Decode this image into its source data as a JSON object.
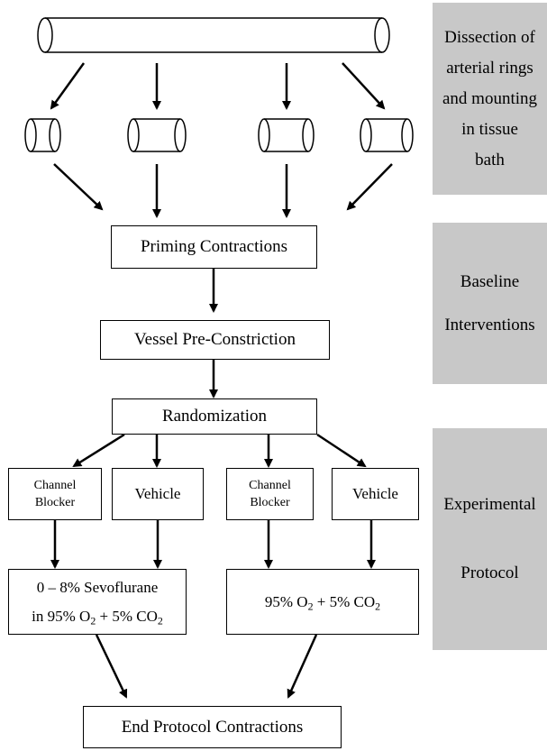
{
  "nodes": {
    "priming": "Priming Contractions",
    "preconstriction": "Vessel Pre-Constriction",
    "randomization": "Randomization",
    "channel_blocker_a": [
      "Channel",
      "Blocker"
    ],
    "vehicle_a": "Vehicle",
    "channel_blocker_b": [
      "Channel",
      "Blocker"
    ],
    "vehicle_b": "Vehicle",
    "sevo": {
      "line1": "0 – 8% Sevoflurane",
      "line2_prefix": "in 95% O",
      "line2_sub1": "2",
      "line2_mid": " + 5% CO",
      "line2_sub2": "2"
    },
    "gas": {
      "prefix": "95% O",
      "sub1": "2",
      "mid": " + 5% CO",
      "sub2": "2"
    },
    "end": "End Protocol Contractions"
  },
  "stages": [
    [
      "Dissection of",
      "arterial rings",
      "and mounting",
      "in tissue",
      "bath"
    ],
    [
      "Baseline",
      "Interventions"
    ],
    [
      "Experimental",
      "",
      "Protocol"
    ]
  ]
}
